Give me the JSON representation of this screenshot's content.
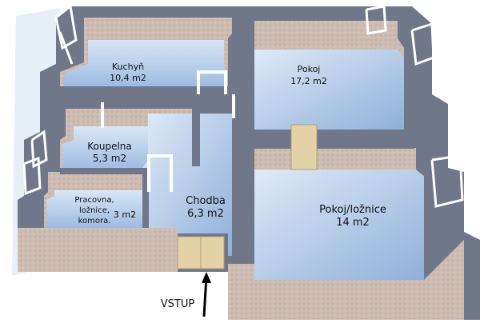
{
  "rooms": [
    {
      "name": "Kuchyň",
      "area": "10,4 m2"
    },
    {
      "name": "Pokoj",
      "area": "17,2 m2"
    },
    {
      "name": "Koupelna",
      "area": "5,3 m2"
    },
    {
      "name": "Chodba",
      "area": "6,3 m2"
    },
    {
      "name": "Pokoj/ložnice",
      "area": "14  m2"
    },
    {
      "name_lines": [
        "Pracovna,",
        "ložnice,",
        "komora."
      ],
      "area": "3 m2"
    }
  ],
  "entrance": {
    "label": "VSTUP"
  },
  "colors": {
    "wall_top": "#6f7788",
    "wall_face": "#c9b7ad",
    "floor": "#a9c3e6",
    "floor_light": "#dce8f6",
    "door": "#e3d2a8",
    "window": "#ffffff"
  }
}
